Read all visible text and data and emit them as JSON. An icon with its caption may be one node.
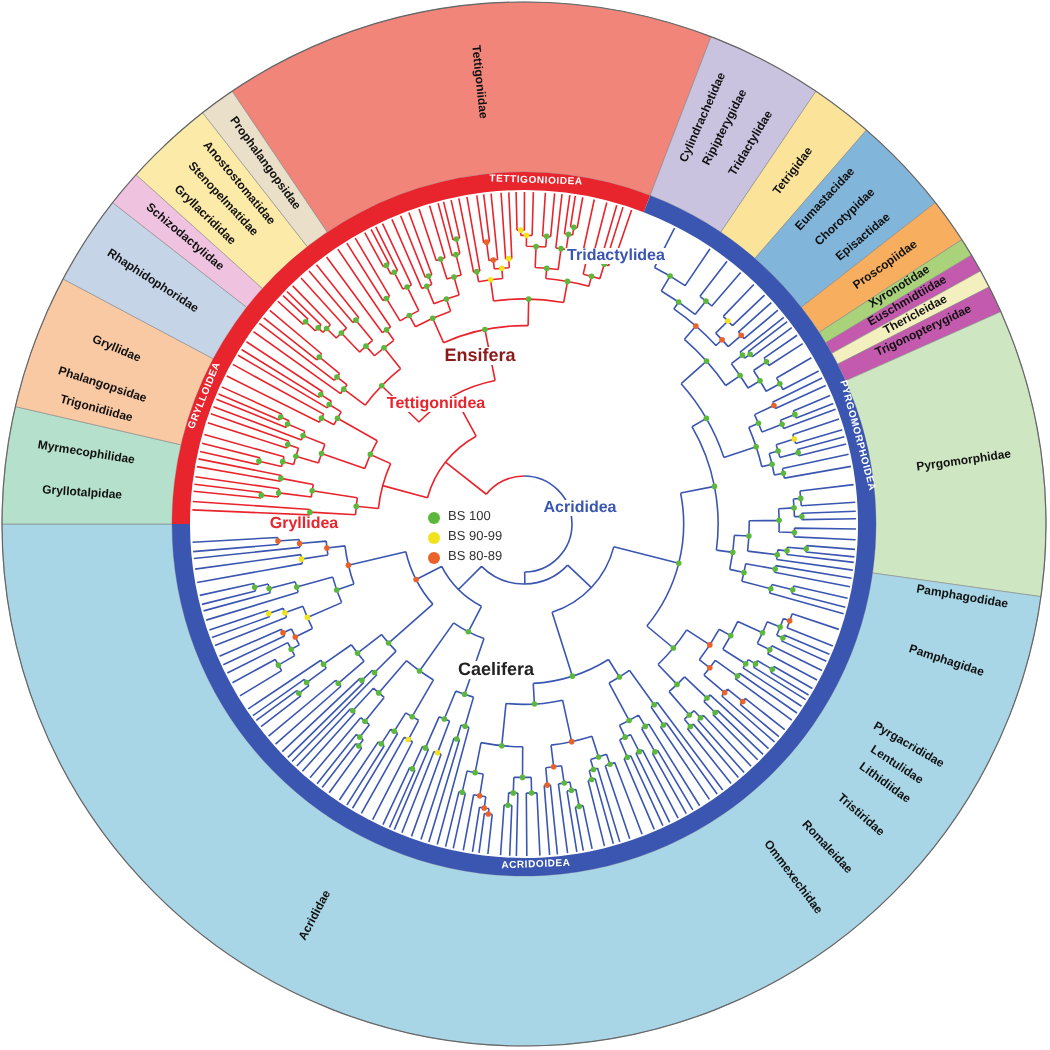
{
  "diagram": {
    "labels": [
      "Tettigoniidae",
      "Cylindrachetidae",
      "Ripipterygidae",
      "Tridactylidae",
      "Tetrigidae",
      "Eumastacidae",
      "Chorotypidae",
      "Episactidae",
      "Proscopiidae",
      "Xyronotidae",
      "Euschmidtiidae",
      "Thericleidae",
      "Trigonopterygidae",
      "Pyrgomorphidae",
      "Pamphagodidae",
      "Pamphagidae",
      "Pyrgacrididae",
      "Lentulidae",
      "Lithidiidae",
      "Tristiridae",
      "Romaleidae",
      "Ommexechidae",
      "Acrididae",
      "Gryllotalpidae",
      "Myrmecophilidae",
      "Trigonidiidae",
      "Phalangopsidae",
      "Gryllidae",
      "Rhaphidophoridae",
      "Schizodactylidae",
      "Gryllacrididae",
      "Stenopelmatidae",
      "Anostostomatidae",
      "Prophalangopsidae",
      "TETTIGONIOIDEA",
      "GRYLLOIDEA",
      "PYRGOMORPHOIDEA",
      "ACRIDOIDEA",
      "Ensifera",
      "Tettigoniidea",
      "Gryllidea",
      "Tridactylidea",
      "Acrididea",
      "Caelifera"
    ],
    "legend": [
      {
        "text": "BS 100",
        "color": "#5cb83c"
      },
      {
        "text": "BS 90-99",
        "color": "#f2e21c"
      },
      {
        "text": "BS 80-89",
        "color": "#e8622a"
      }
    ]
  }
}
